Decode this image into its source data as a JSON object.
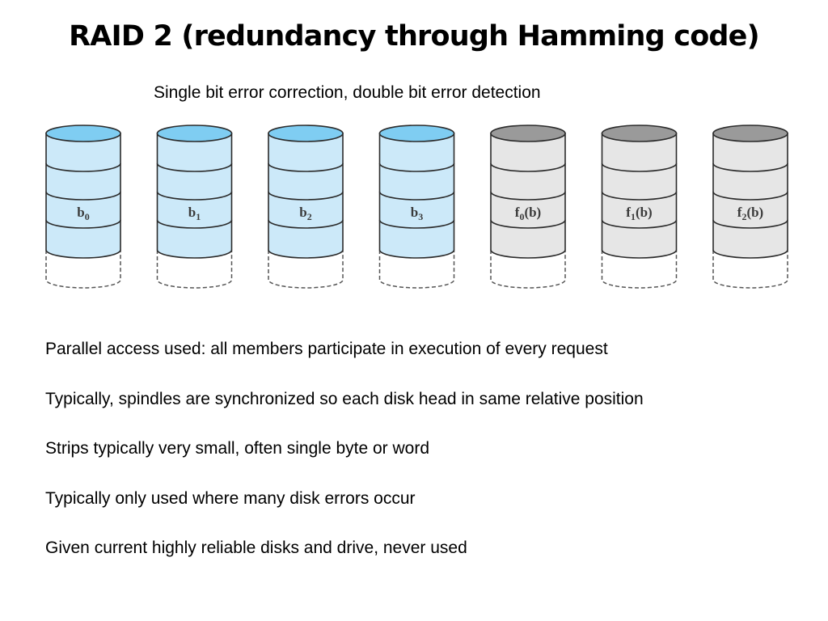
{
  "title": "RAID 2 (redundancy through Hamming code)",
  "subtitle": "Single bit error correction, double bit error detection",
  "colors": {
    "data_disk_fill": "#cce9f9",
    "data_disk_top": "#7fcdf2",
    "check_disk_fill": "#e6e6e6",
    "check_disk_top": "#9a9a9a",
    "outline": "#2b2b2b",
    "dashed_outline": "#555555"
  },
  "disks": [
    {
      "kind": "data",
      "label_main": "b",
      "label_sub": "0",
      "label_suffix": ""
    },
    {
      "kind": "data",
      "label_main": "b",
      "label_sub": "1",
      "label_suffix": ""
    },
    {
      "kind": "data",
      "label_main": "b",
      "label_sub": "2",
      "label_suffix": ""
    },
    {
      "kind": "data",
      "label_main": "b",
      "label_sub": "3",
      "label_suffix": ""
    },
    {
      "kind": "check",
      "label_main": "f",
      "label_sub": "0",
      "label_suffix": "(b)"
    },
    {
      "kind": "check",
      "label_main": "f",
      "label_sub": "1",
      "label_suffix": "(b)"
    },
    {
      "kind": "check",
      "label_main": "f",
      "label_sub": "2",
      "label_suffix": "(b)"
    }
  ],
  "bullets": [
    "Parallel access used: all members participate in execution of every request",
    "Typically, spindles are synchronized so each disk head in same relative position",
    "Strips typically very small, often single byte or word",
    "Typically only used where many disk errors occur",
    "Given current highly reliable disks and drive, never used"
  ]
}
